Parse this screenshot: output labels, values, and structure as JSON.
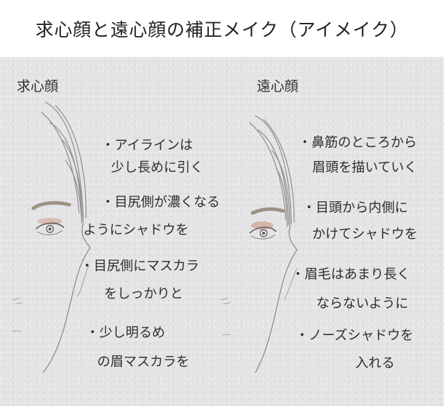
{
  "title": "求心顔と遠心顔の補正メイク（アイメイク）",
  "left": {
    "heading": "求心顔",
    "notes": [
      "・アイラインは",
      "少し長めに引く",
      "・目尻側が濃くなる",
      "ようにシャドウを",
      "・目尻側にマスカラ",
      "をしっかりと",
      "・少し明るめ",
      "の眉マスカラを"
    ]
  },
  "right": {
    "heading": "遠心顔",
    "notes": [
      "・鼻筋のところから",
      "眉頭を描いていく",
      "・目頭から内側に",
      "かけてシャドウを",
      "・眉毛はあまり長く",
      "ならないように",
      "・ノーズシャドウを",
      "入れる"
    ]
  },
  "colors": {
    "paper": "#e4e3e6",
    "pencil": "#8a8a8c",
    "brow": "#8b7d6a",
    "eyeshadow": "#c98f78"
  }
}
